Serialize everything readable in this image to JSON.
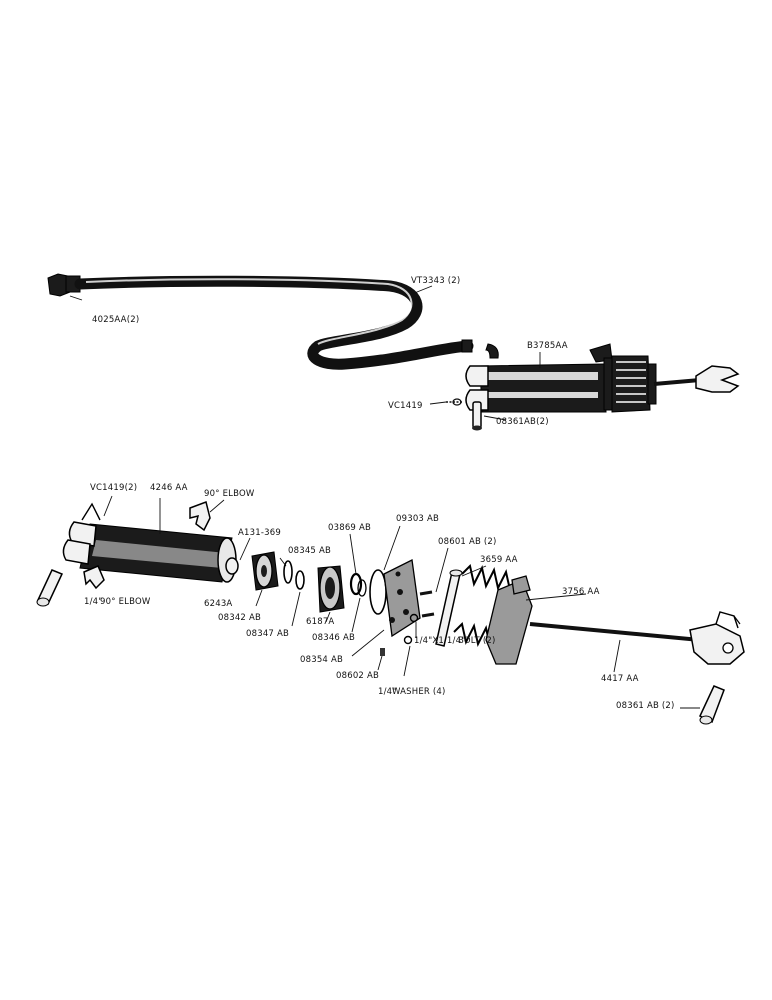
{
  "labels": {
    "hose_fitting": "4025AA(2)",
    "hose": "VT3343 (2)",
    "cylinder_assembly": "B3785AA",
    "cotter_top": "VC1419",
    "pin_top": "08361AB(2)",
    "cotter_left": "VC1419(2)",
    "cylinder": "4246 AA",
    "elbow_top": "90° ELBOW",
    "elbow_bottom_fraction": "1/4\"",
    "elbow_bottom": "90° ELBOW",
    "plug": "A131-369",
    "nut": "6243A",
    "piston": "08342 AB",
    "ring_08345": "08345 AB",
    "ring_08347": "08347 AB",
    "gland": "6187A",
    "ring_03869": "03869 AB",
    "ring_08346": "08346 AB",
    "ring_09303": "09303 AB",
    "plate": "08354 AB",
    "screw_08602": "08602 AB",
    "washer_fraction": "1/4\"",
    "washer": "WASHER (4)",
    "bolt_08601": "08601 AB (2)",
    "bolt_fraction": "1/4\"X1 1/4\"",
    "bolt": "BOLT (2)",
    "spring": "3659 AA",
    "yoke": "3756 AA",
    "rod": "4417 AA",
    "pin_bottom": "08361 AB (2)"
  }
}
